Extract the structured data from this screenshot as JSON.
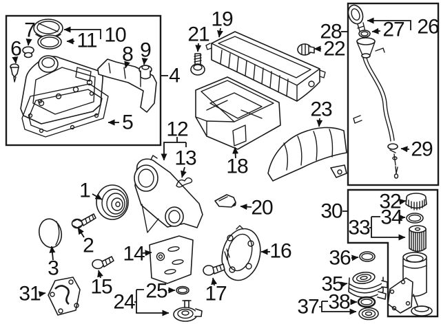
{
  "diagram": {
    "background_color": "#ffffff",
    "line_color": "#1a1a1a",
    "callouts": {
      "c1": "1",
      "c2": "2",
      "c3": "3",
      "c4": "4",
      "c5": "5",
      "c6": "6",
      "c7": "7",
      "c8": "8",
      "c9": "9",
      "c10": "10",
      "c11": "11",
      "c12": "12",
      "c13": "13",
      "c14": "14",
      "c15": "15",
      "c16": "16",
      "c17": "17",
      "c18": "18",
      "c19": "19",
      "c20": "20",
      "c21": "21",
      "c22": "22",
      "c23": "23",
      "c24": "24",
      "c25": "25",
      "c26": "26",
      "c27": "27",
      "c28": "28",
      "c29": "29",
      "c30": "30",
      "c31": "31",
      "c32": "32",
      "c33": "33",
      "c34": "34",
      "c35": "35",
      "c36": "36",
      "c37": "37",
      "c38": "38"
    }
  }
}
